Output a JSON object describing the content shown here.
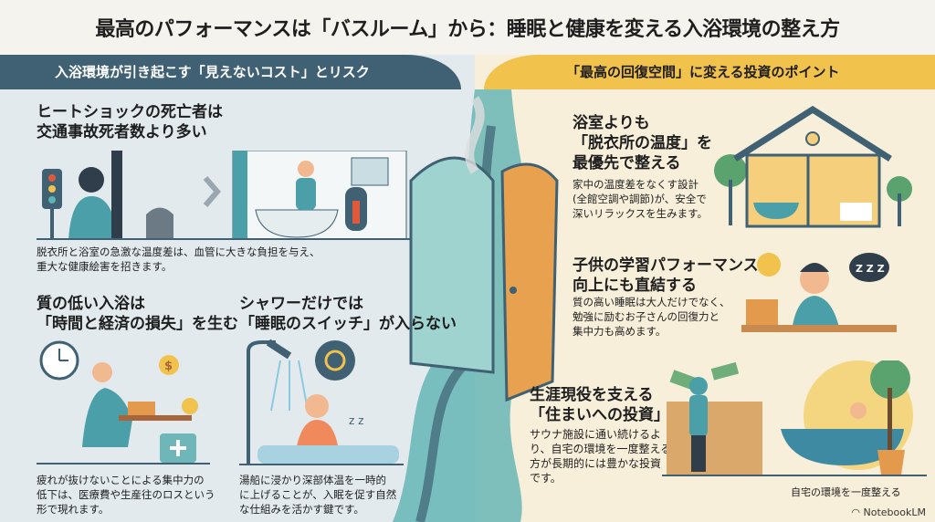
{
  "title": "最高のパフォーマンスは「バスルーム」から：睡眠と健康を変える入浴環境の整え方",
  "left": {
    "banner": "入浴環境が引き起こす「見えないコスト」とリスク",
    "heatshock": {
      "heading": [
        "ヒートショックの死亡者は",
        "交通事故死者数より多い"
      ],
      "desc": [
        "脱衣所と浴室の急激な温度差は、血管に大きな負担を与え、",
        "重大な健康絵害を招きます。"
      ]
    },
    "lowquality": {
      "heading": [
        "質の低い入浴は",
        "「時間と経済の損失」を生む"
      ],
      "desc": [
        "疲れが抜けないことによる集中力の",
        "低下は、医療費や生産往のロスという",
        "形で現れます。"
      ]
    },
    "shower": {
      "heading": [
        "シャワーだけでは",
        "「睡眠のスイッチ」が入らない"
      ],
      "desc": [
        "湯船に浸かり深部体温を一時的",
        "に上げることが、入眠を促す自然",
        "な仕組みを活かす鍵です。"
      ]
    }
  },
  "right": {
    "banner": "「最高の回復空間」に変える投資のポイント",
    "dressing": {
      "heading": [
        "浴室よりも",
        "「脱衣所の温度」を",
        "最優先で整える"
      ],
      "desc": [
        "家中の温度差をなくす設計",
        "(全館空調や調節)が、安全で",
        "深いリラックスを生みます。"
      ]
    },
    "children": {
      "heading": [
        "子供の学習パフォーマンス",
        "向上にも直結する"
      ],
      "desc": [
        "質の高い睡眠は大人だけでなく、",
        "勉強に励むお子さんの回復力と",
        "集中力も高めます。"
      ]
    },
    "investment": {
      "heading": [
        "生涯現役を支える",
        "「住まいへの投資」"
      ],
      "desc": [
        "サウナ施設に通い続けるよ",
        "り、自宅の環境を一度整える",
        "方が長期的には豊かな投資",
        "です。"
      ],
      "caption": "自宅の環境を一度整える"
    }
  },
  "footer": {
    "brand": "NotebookLM"
  },
  "illus_text": {
    "zzz": "Z Z Z",
    "dollar": "$",
    "zz": "z z"
  },
  "colors": {
    "navy": "#3f6173",
    "yellow": "#f1c24c",
    "teal": "#4a9fa8",
    "orange": "#e39a4c"
  }
}
